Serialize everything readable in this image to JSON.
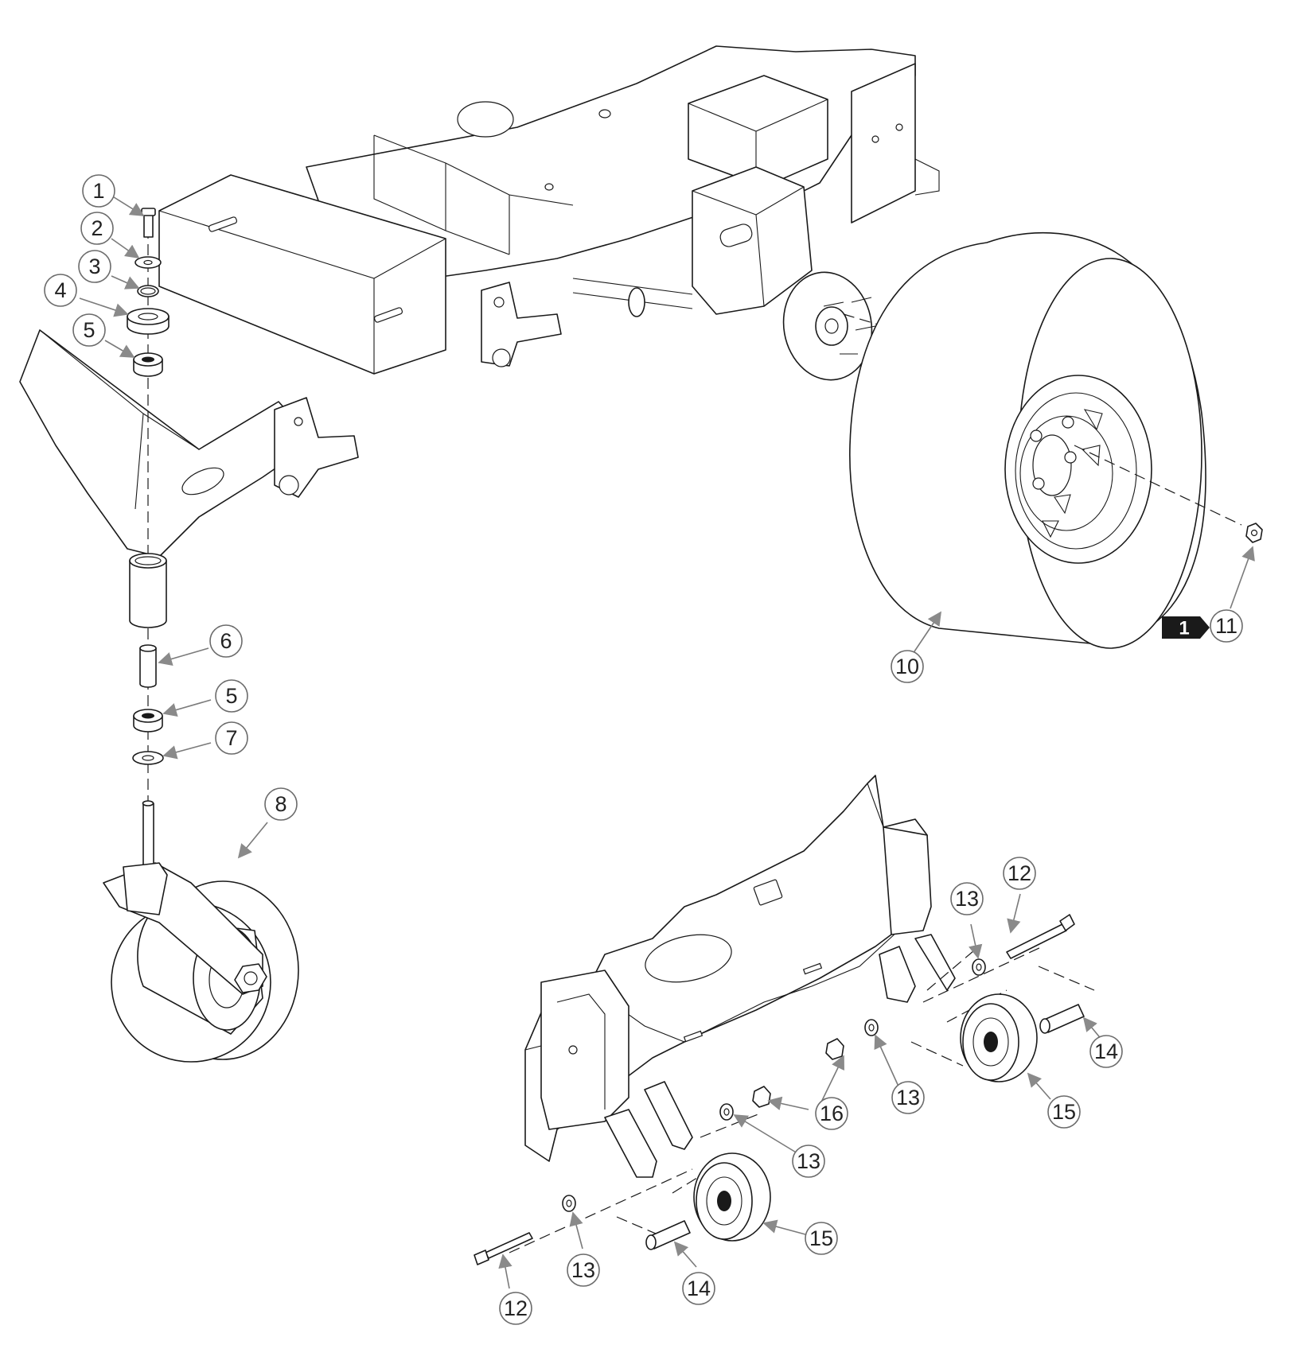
{
  "callouts": [
    {
      "id": "c1",
      "label": "1"
    },
    {
      "id": "c2",
      "label": "2"
    },
    {
      "id": "c3",
      "label": "3"
    },
    {
      "id": "c4",
      "label": "4"
    },
    {
      "id": "c5a",
      "label": "5"
    },
    {
      "id": "c6",
      "label": "6"
    },
    {
      "id": "c5b",
      "label": "5"
    },
    {
      "id": "c7",
      "label": "7"
    },
    {
      "id": "c8",
      "label": "8"
    },
    {
      "id": "c10",
      "label": "10"
    },
    {
      "id": "c11",
      "label": "11"
    },
    {
      "id": "c12a",
      "label": "12"
    },
    {
      "id": "c13a",
      "label": "13"
    },
    {
      "id": "c14a",
      "label": "14"
    },
    {
      "id": "c15a",
      "label": "15"
    },
    {
      "id": "c13b",
      "label": "13"
    },
    {
      "id": "c16",
      "label": "16"
    },
    {
      "id": "c13c",
      "label": "13"
    },
    {
      "id": "c15b",
      "label": "15"
    },
    {
      "id": "c13d",
      "label": "13"
    },
    {
      "id": "c14b",
      "label": "14"
    },
    {
      "id": "c12b",
      "label": "12"
    }
  ],
  "note_flag": {
    "label": "1"
  }
}
